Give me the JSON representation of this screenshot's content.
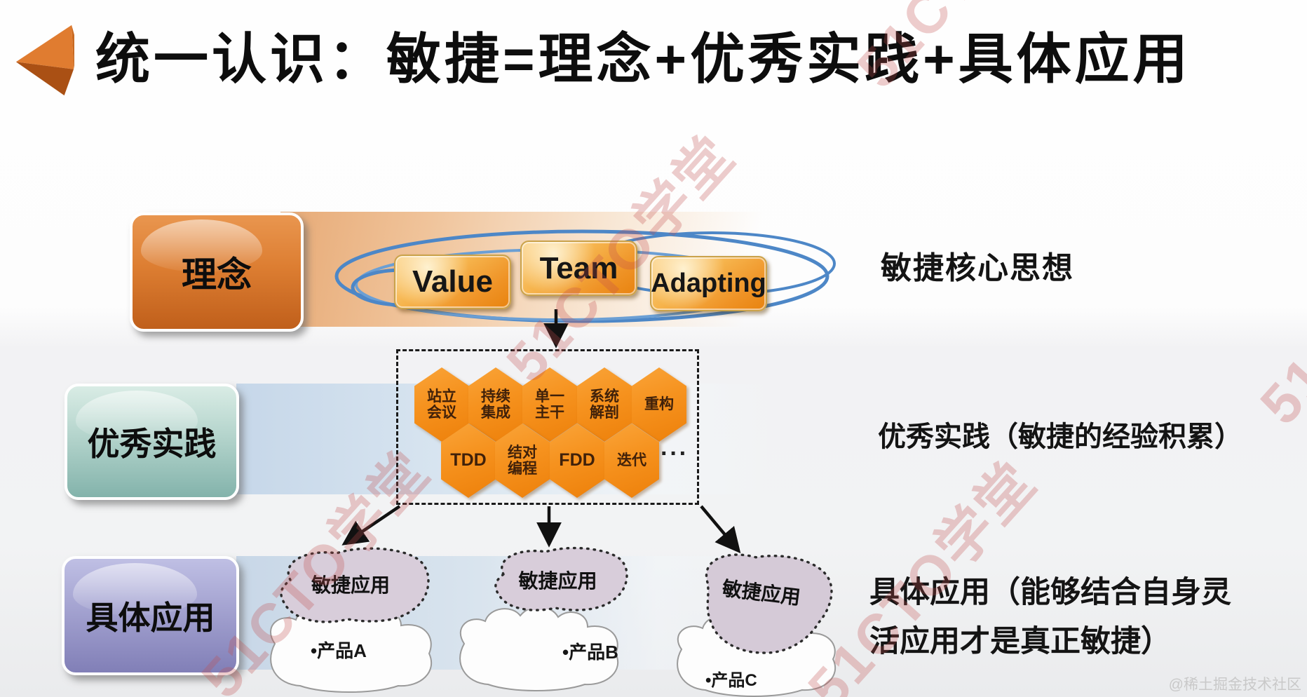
{
  "title": "统一认识：敏捷=理念+优秀实践+具体应用",
  "rows": {
    "concept": {
      "label": "理念",
      "side_text": "敏捷核心思想",
      "items": [
        "Value",
        "Team",
        "Adapting"
      ]
    },
    "practices": {
      "label": "优秀实践",
      "side_text": "优秀实践（敏捷的经验积累）",
      "more": "···",
      "hexes": [
        {
          "l1": "站立",
          "l2": "会议"
        },
        {
          "l1": "持续",
          "l2": "集成"
        },
        {
          "l1": "单一",
          "l2": "主干"
        },
        {
          "l1": "系统",
          "l2": "解剖"
        },
        {
          "l1": "重构",
          "l2": ""
        },
        {
          "l1": "TDD",
          "l2": ""
        },
        {
          "l1": "结对",
          "l2": "编程"
        },
        {
          "l1": "FDD",
          "l2": ""
        },
        {
          "l1": "迭代",
          "l2": ""
        }
      ]
    },
    "applications": {
      "label": "具体应用",
      "side_text_line1": "具体应用（能够结合自身灵",
      "side_text_line2": "活应用才是真正敏捷）",
      "blobs": [
        "敏捷应用",
        "敏捷应用",
        "敏捷应用"
      ],
      "products": [
        "•产品A",
        "•产品B",
        "•产品C"
      ]
    }
  },
  "watermark": {
    "text": "51CTO学堂",
    "credit": "@稀土掘金技术社区"
  },
  "colors": {
    "accent_orange": "#e8830f",
    "hex_orange": "#f6921e",
    "cloud_blue": "#4d87c7",
    "teal": "#8fbcb4",
    "purple": "#8c8ac0",
    "watermark_red": "#c24d4d"
  }
}
